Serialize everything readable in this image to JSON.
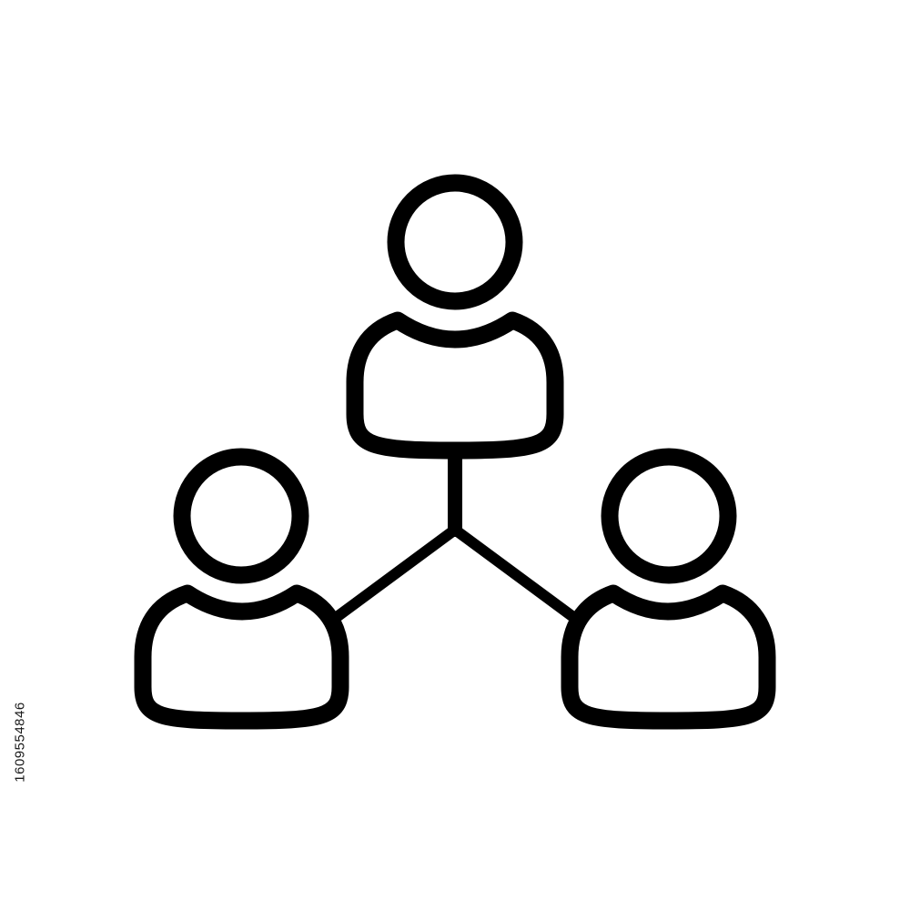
{
  "icon": {
    "name": "users-network-icon",
    "people": [
      {
        "role": "top-person"
      },
      {
        "role": "left-person"
      },
      {
        "role": "right-person"
      }
    ]
  },
  "colors": {
    "stroke": "#000000",
    "background": "#ffffff"
  },
  "watermark": {
    "stock_id": "1609554846"
  }
}
